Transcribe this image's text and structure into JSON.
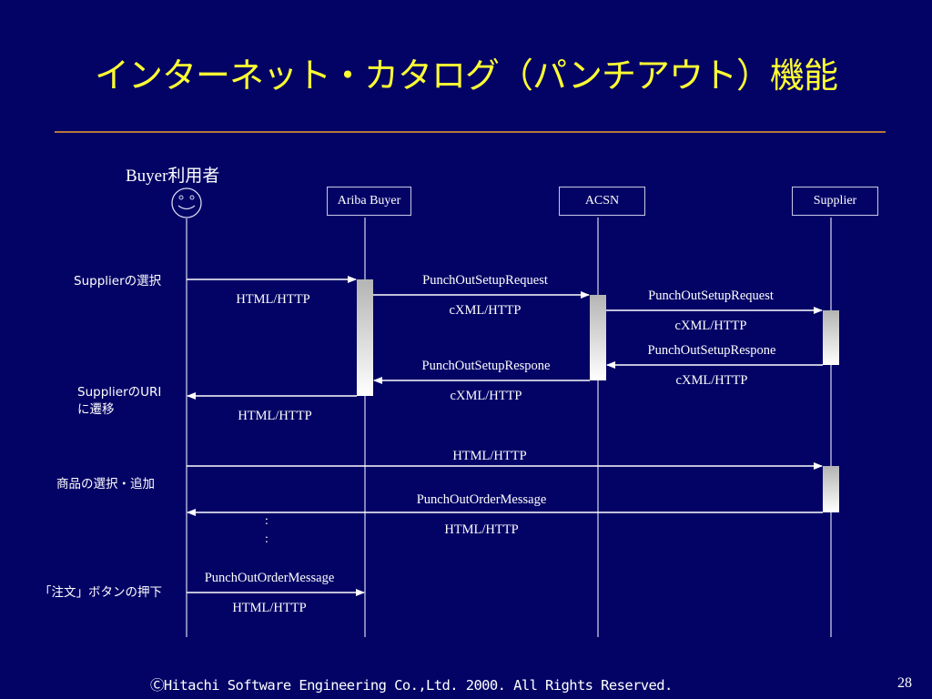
{
  "slide": {
    "title": "インターネット・カタログ（パンチアウト）機能",
    "footer": "ⒸHitachi Software Engineering Co.,Ltd. 2000. All Rights Reserved.",
    "page_number": "28",
    "colors": {
      "background": "#030366",
      "title": "#ffff33",
      "rule": "#b8783a",
      "lines": "#c8c8e8"
    }
  },
  "participants": {
    "actor": {
      "label": "Buyer利用者",
      "icon": "smiley-face-icon"
    },
    "ariba": {
      "label": "Ariba Buyer"
    },
    "acsn": {
      "label": "ACSN"
    },
    "supplier": {
      "label": "Supplier"
    }
  },
  "steps": {
    "select_supplier": "Supplierの選択",
    "redirect_line1": "SupplierのURI",
    "redirect_line2": "に遷移",
    "select_products": "商品の選択・追加",
    "press_order": "「注文」ボタンの押下"
  },
  "messages": [
    {
      "from": "actor",
      "to": "ariba",
      "above": "",
      "below": "HTML/HTTP"
    },
    {
      "from": "ariba",
      "to": "acsn",
      "above": "PunchOutSetupRequest",
      "below": "cXML/HTTP"
    },
    {
      "from": "acsn",
      "to": "supplier",
      "above": "PunchOutSetupRequest",
      "below": "cXML/HTTP"
    },
    {
      "from": "supplier",
      "to": "acsn",
      "above": "PunchOutSetupRespone",
      "below": "cXML/HTTP"
    },
    {
      "from": "acsn",
      "to": "ariba",
      "above": "PunchOutSetupRespone",
      "below": "cXML/HTTP"
    },
    {
      "from": "ariba",
      "to": "actor",
      "above": "",
      "below": "HTML/HTTP"
    },
    {
      "from": "actor",
      "to": "supplier",
      "above": "HTML/HTTP",
      "below": ""
    },
    {
      "from": "supplier",
      "to": "actor",
      "above": "PunchOutOrderMessage",
      "below": "HTML/HTTP"
    },
    {
      "from": "actor",
      "to": "ariba",
      "above": "PunchOutOrderMessage",
      "below": "HTML/HTTP"
    }
  ],
  "ellipsis": ":"
}
